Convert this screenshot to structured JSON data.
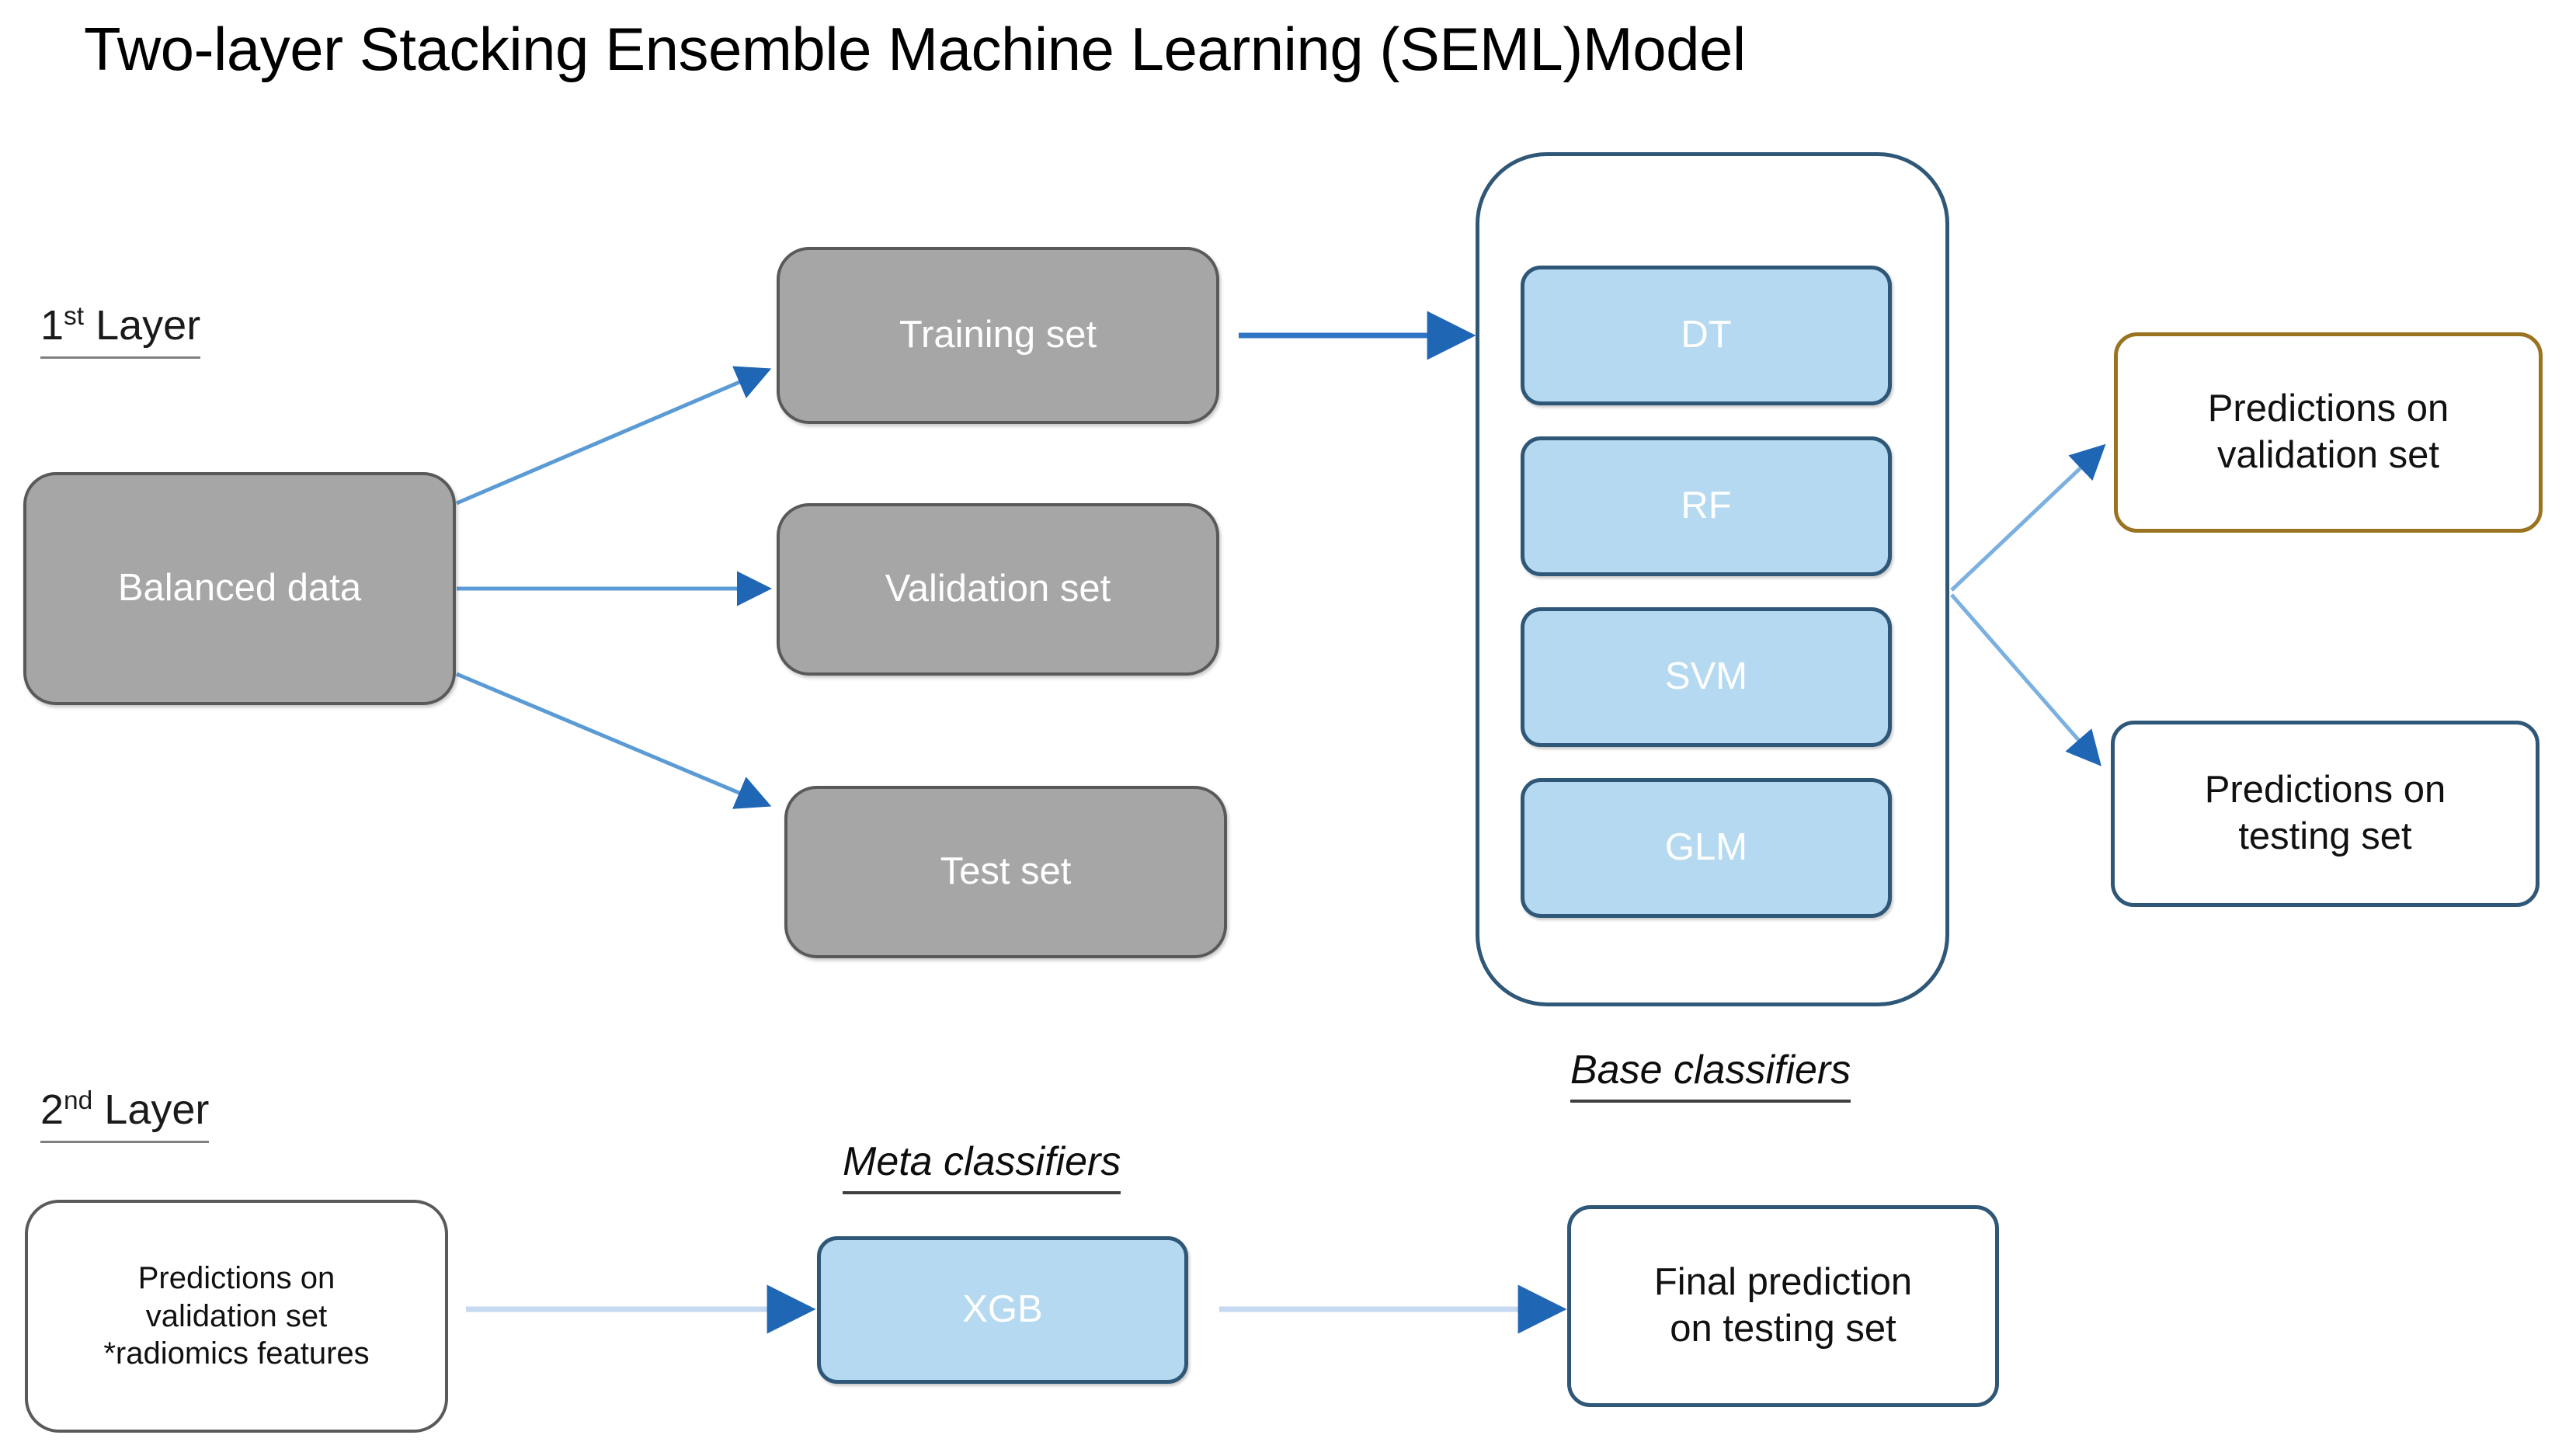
{
  "title": "Two-layer Stacking Ensemble Machine Learning (SEML)Model",
  "layers": {
    "first": {
      "ordinal": "1",
      "suffix": "st",
      "word": " Layer"
    },
    "second": {
      "ordinal": "2",
      "suffix": "nd",
      "word": "  Layer"
    }
  },
  "layer1": {
    "source_box": {
      "label": "Balanced data"
    },
    "splits": [
      {
        "label": "Training set"
      },
      {
        "label": "Validation set"
      },
      {
        "label": "Test set"
      }
    ],
    "base_classifiers": {
      "caption": "Base classifiers",
      "items": [
        {
          "label": "DT"
        },
        {
          "label": "RF"
        },
        {
          "label": "SVM"
        },
        {
          "label": "GLM"
        }
      ]
    },
    "outputs": [
      {
        "line1": "Predictions on",
        "line2": "validation set"
      },
      {
        "line1": "Predictions on",
        "line2": "testing set"
      }
    ]
  },
  "layer2": {
    "input_box": {
      "line1": "Predictions on",
      "line2": "validation set",
      "line3": "*radiomics features"
    },
    "meta_classifiers": {
      "caption": "Meta classifiers",
      "items": [
        {
          "label": "XGB"
        }
      ]
    },
    "final_box": {
      "line1": "Final prediction",
      "line2": "on testing set"
    }
  },
  "colors": {
    "gray_fill": "#a6a6a6",
    "gray_border": "#595959",
    "blue_fill": "#b4d9f0",
    "blue_border": "#2f5777",
    "gold_border": "#9a7321",
    "arrow_light": "#a8c6e8",
    "arrow_mid": "#5b9bd5",
    "arrow_head": "#1f66b5",
    "text_white": "#ffffff",
    "text_black": "#111111"
  }
}
